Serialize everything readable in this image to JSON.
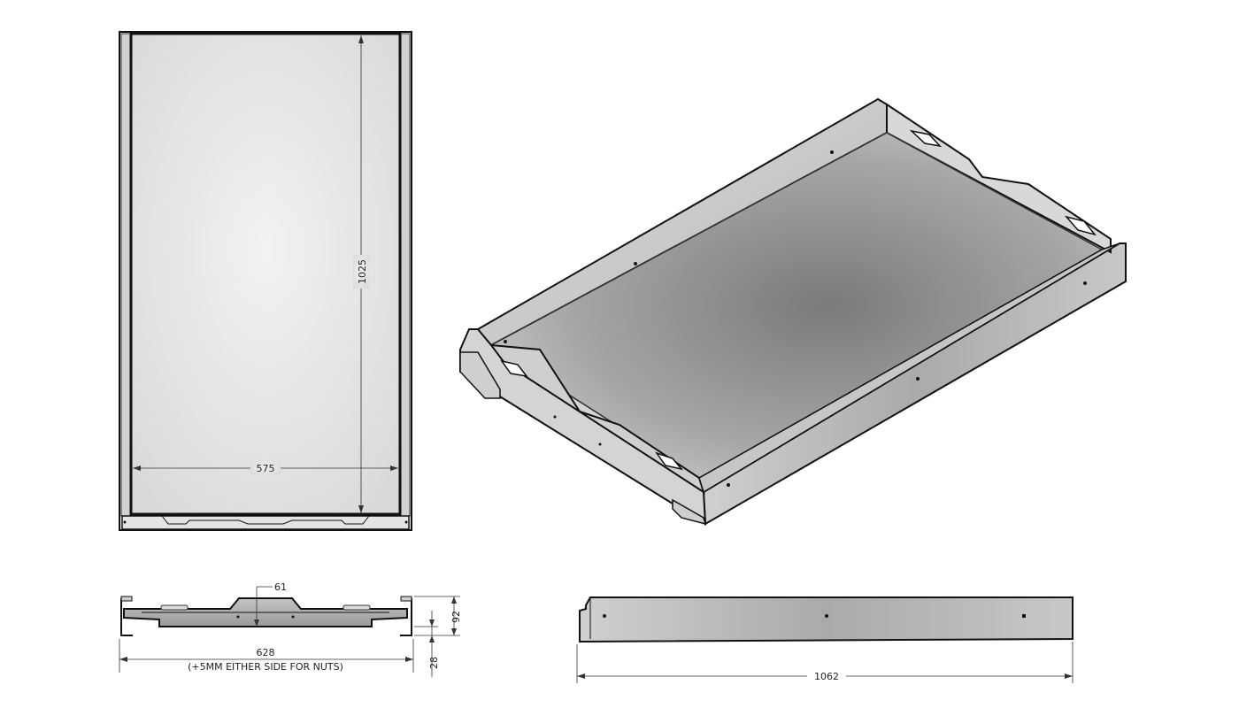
{
  "drawing": {
    "top_view": {
      "height_dim": "1025",
      "width_dim": "575"
    },
    "front_view": {
      "width_dim": "628",
      "width_note": "(+5MM EITHER SIDE FOR NUTS)",
      "depth_dim": "61",
      "height_dim": "92",
      "rail_dim": "28"
    },
    "side_view": {
      "length_dim": "1062"
    },
    "colors": {
      "sheet_metal_light": "#e8e8e8",
      "sheet_metal_dark": "#8c8c8c",
      "outline": "#111111"
    }
  }
}
